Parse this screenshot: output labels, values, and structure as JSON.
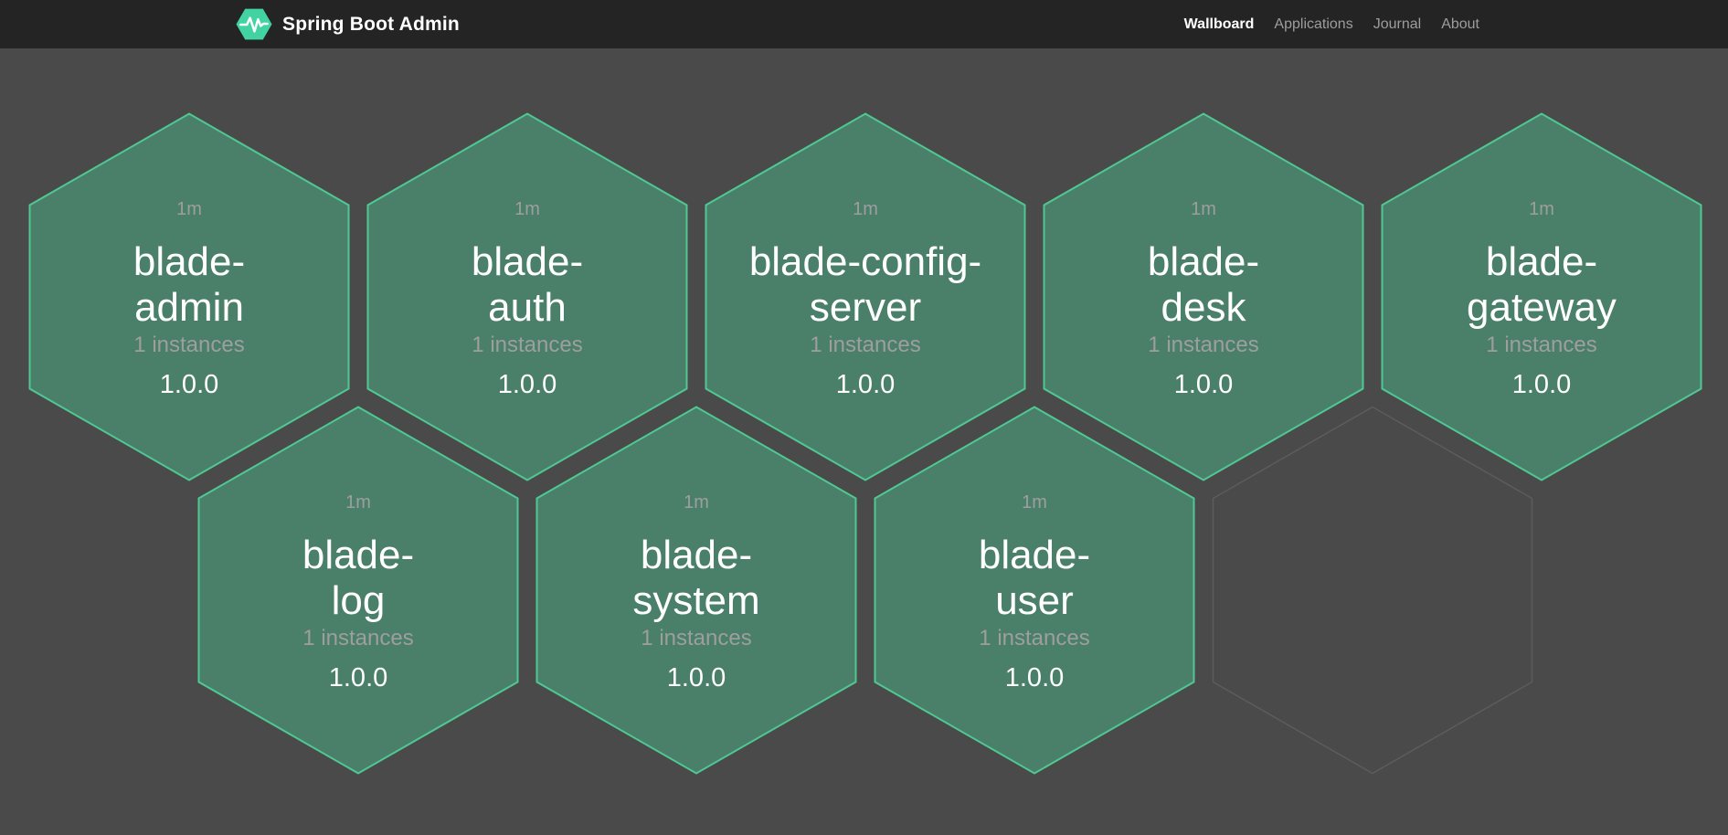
{
  "header": {
    "title": "Spring Boot Admin",
    "logo_icon": "pulse-hexagon-icon",
    "nav": [
      {
        "label": "Wallboard",
        "active": true
      },
      {
        "label": "Applications",
        "active": false
      },
      {
        "label": "Journal",
        "active": false
      },
      {
        "label": "About",
        "active": false
      }
    ]
  },
  "colors": {
    "header_bg": "#242424",
    "page_bg": "#4a4a4a",
    "hex_fill": "#4a806a",
    "hex_border": "#4fc893",
    "empty_hex_border": "#5c5c5c",
    "logo_green": "#42d3a2",
    "muted_text": "#9e9e9e",
    "nav_inactive": "#9d9d9d",
    "nav_active": "#ffffff"
  },
  "wallboard": {
    "tiles": [
      {
        "name": "blade-admin",
        "name_lines": [
          "blade-",
          "admin"
        ],
        "uptime": "1m",
        "instances": "1 instances",
        "version": "1.0.0",
        "status": "up"
      },
      {
        "name": "blade-auth",
        "name_lines": [
          "blade-",
          "auth"
        ],
        "uptime": "1m",
        "instances": "1 instances",
        "version": "1.0.0",
        "status": "up"
      },
      {
        "name": "blade-config-server",
        "name_lines": [
          "blade-config-",
          "server"
        ],
        "uptime": "1m",
        "instances": "1 instances",
        "version": "1.0.0",
        "status": "up"
      },
      {
        "name": "blade-desk",
        "name_lines": [
          "blade-",
          "desk"
        ],
        "uptime": "1m",
        "instances": "1 instances",
        "version": "1.0.0",
        "status": "up"
      },
      {
        "name": "blade-gateway",
        "name_lines": [
          "blade-",
          "gateway"
        ],
        "uptime": "1m",
        "instances": "1 instances",
        "version": "1.0.0",
        "status": "up"
      },
      {
        "name": "blade-log",
        "name_lines": [
          "blade-",
          "log"
        ],
        "uptime": "1m",
        "instances": "1 instances",
        "version": "1.0.0",
        "status": "up"
      },
      {
        "name": "blade-system",
        "name_lines": [
          "blade-",
          "system"
        ],
        "uptime": "1m",
        "instances": "1 instances",
        "version": "1.0.0",
        "status": "up"
      },
      {
        "name": "blade-user",
        "name_lines": [
          "blade-",
          "user"
        ],
        "uptime": "1m",
        "instances": "1 instances",
        "version": "1.0.0",
        "status": "up"
      }
    ],
    "empty_slot": true
  }
}
